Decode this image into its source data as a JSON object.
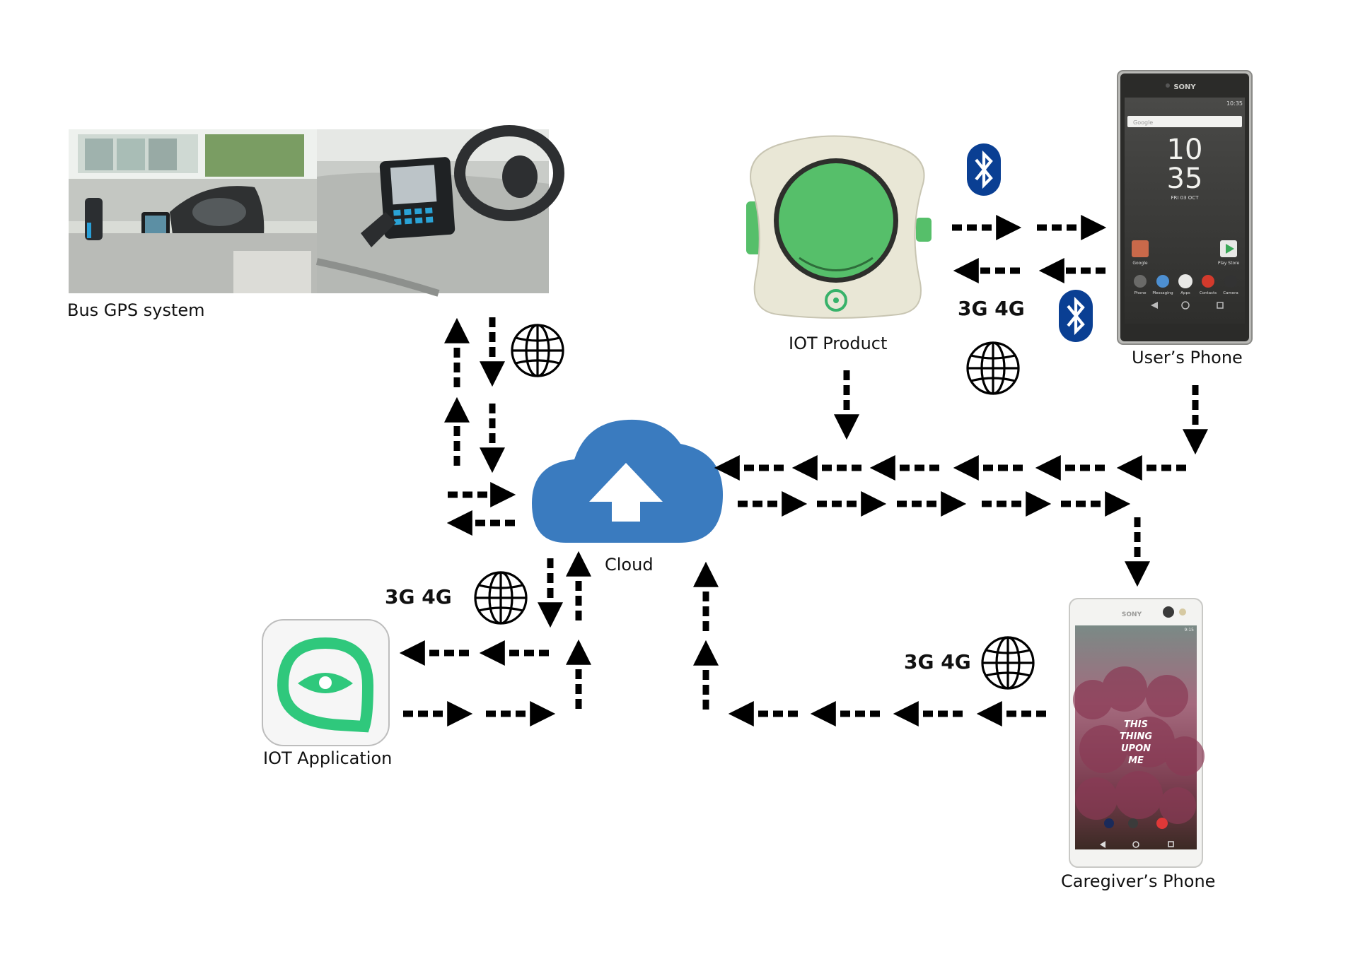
{
  "nodes": {
    "bus_gps": {
      "label": "Bus GPS system"
    },
    "iot_product": {
      "label": "IOT Product"
    },
    "users_phone": {
      "label": "User’s Phone",
      "brand": "SONY",
      "time_hour": "10",
      "time_min": "35",
      "date": "FRI 03 OCT",
      "status_time": "10:35",
      "search_placeholder": "Google",
      "apps": [
        "Google",
        "Play Store"
      ],
      "dock": [
        "Phone",
        "Messaging",
        "Apps",
        "Contacts",
        "Camera"
      ]
    },
    "cloud": {
      "label": "Cloud"
    },
    "iot_app": {
      "label": "IOT Application"
    },
    "caregivers_phone": {
      "label": "Caregiver’s Phone",
      "brand": "SONY",
      "status_time": "9:15",
      "wallpaper_text": [
        "THIS",
        "THING",
        "UPON",
        "ME"
      ]
    }
  },
  "network_labels": {
    "product_phone": "3G  4G",
    "app_cloud": "3G  4G",
    "caregiver": "3G  4G"
  },
  "icons": {
    "bluetooth": "bluetooth-icon",
    "globe": "globe-icon",
    "cloud_upload": "cloud-upload-icon"
  },
  "colors": {
    "cloud": "#3a7bbf",
    "product_green": "#56bf6a",
    "product_body": "#e9e7d6",
    "app_green": "#2fc87c",
    "bluetooth": "#0a3f93",
    "arrow": "#000000"
  }
}
